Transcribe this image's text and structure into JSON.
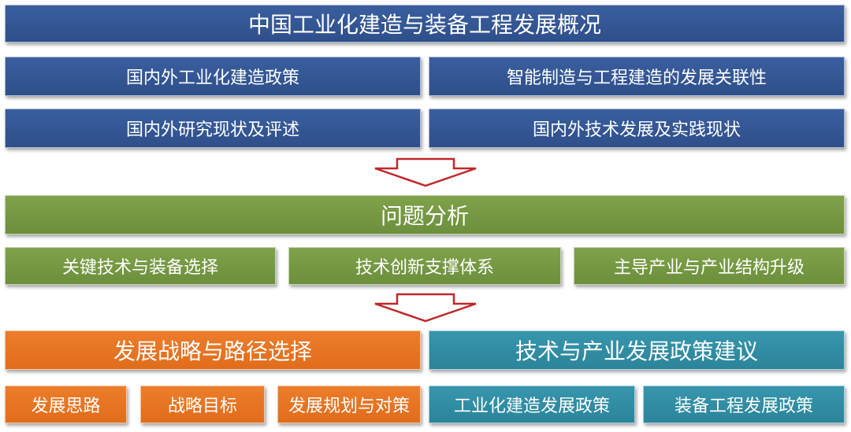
{
  "section1": {
    "title": "中国工业化建造与装备工程发展概况",
    "items": [
      "国内外工业化建造政策",
      "智能制造与工程建造的发展关联性",
      "国内外研究现状及评述",
      "国内外技术发展及实践现状"
    ]
  },
  "section2": {
    "title": "问题分析",
    "items": [
      "关键技术与装备选择",
      "技术创新支撑体系",
      "主导产业与产业结构升级"
    ]
  },
  "section3": {
    "left_title": "发展战略与路径选择",
    "right_title": "技术与产业发展政策建议",
    "left_items": [
      "发展思路",
      "战略目标",
      "发展规划与对策"
    ],
    "right_items": [
      "工业化建造发展政策",
      "装备工程发展政策"
    ]
  },
  "colors": {
    "blue": "#2e4f8a",
    "green": "#6c8f3c",
    "orange": "#e06d1b",
    "teal": "#2b849a",
    "arrow": "#c0282a"
  }
}
